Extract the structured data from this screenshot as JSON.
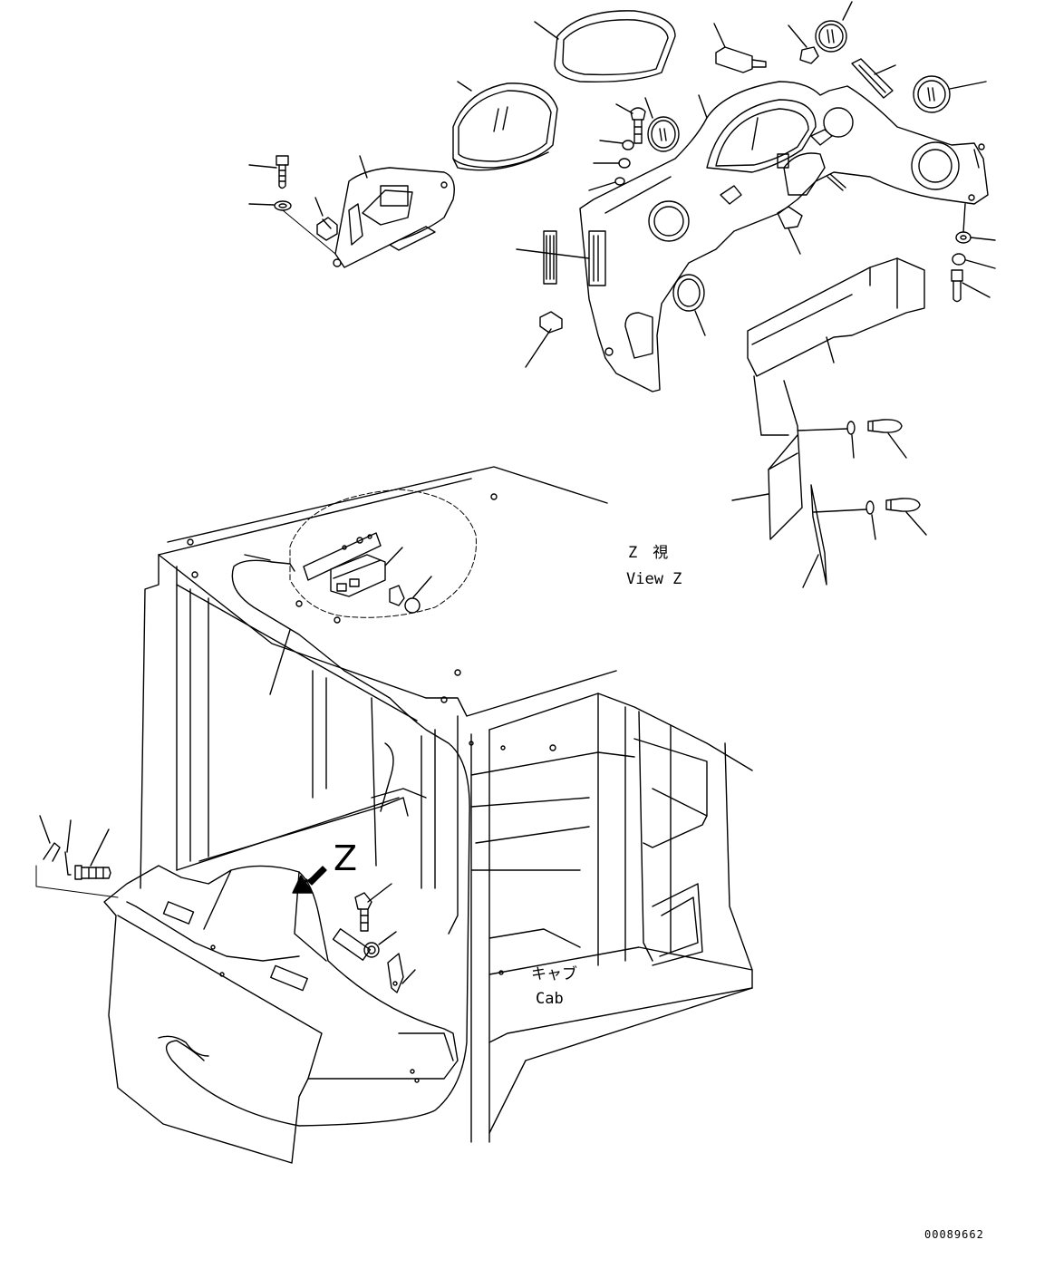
{
  "view": {
    "title_jp": "Z　視",
    "title_en": "View Z"
  },
  "cab": {
    "label_jp": "キャブ",
    "label_en": "Cab"
  },
  "view_marker": "Z",
  "drawing_number": "00089662",
  "colors": {
    "ink": "#000000",
    "paper": "#ffffff"
  }
}
